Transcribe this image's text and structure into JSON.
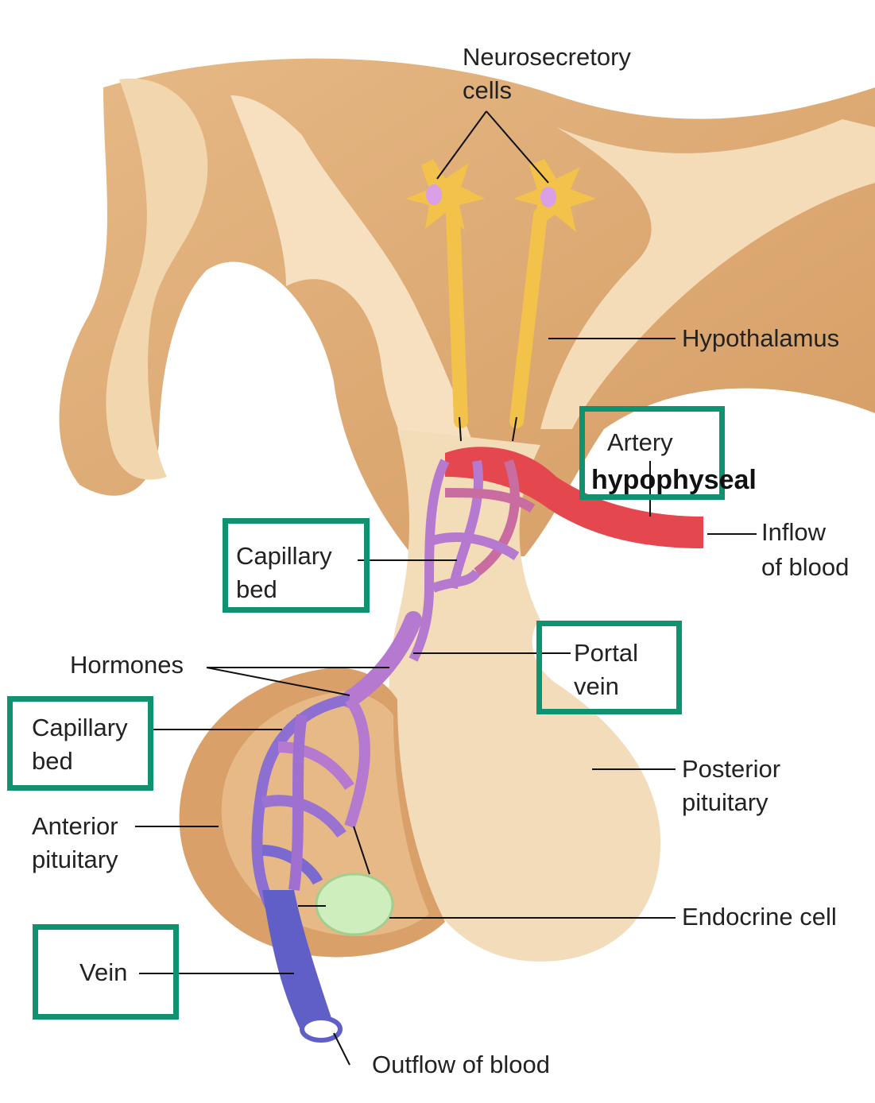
{
  "labels": {
    "neurosecretory_1": "Neurosecretory",
    "neurosecretory_2": "cells",
    "hypothalamus": "Hypothalamus",
    "artery": "Artery",
    "hypophyseal": "hypophyseal",
    "inflow_1": "Inflow",
    "inflow_2": "of blood",
    "capillary_bed_top_1": "Capillary",
    "capillary_bed_top_2": "bed",
    "portal_vein_1": "Portal",
    "portal_vein_2": "vein",
    "hormones": "Hormones",
    "capillary_bed_bottom_1": "Capillary",
    "capillary_bed_bottom_2": "bed",
    "posterior_1": "Posterior",
    "posterior_2": "pituitary",
    "anterior_1": "Anterior",
    "anterior_2": "pituitary",
    "endocrine_cell": "Endocrine cell",
    "vein": "Vein",
    "outflow": "Outflow of blood"
  },
  "colors": {
    "highlight_box": "#0e9270",
    "tissue_light": "#f3dcb8",
    "tissue_dark": "#d9a06a",
    "artery_red": "#e4474d",
    "capillary_purple": "#b57ad0",
    "vein_blue": "#5f5fc7",
    "endocrine_green": "#cfeebd",
    "neuron_yellow": "#f2c24a"
  }
}
